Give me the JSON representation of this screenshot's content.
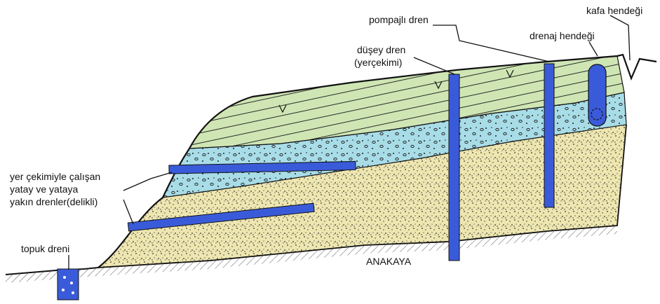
{
  "labels": {
    "pumped_drain": "pompajlı dren",
    "head_ditch": "kafa hendeği",
    "drainage_ditch": "drenaj hendeği",
    "vertical_drain_1": "düşey dren",
    "vertical_drain_2": "(yerçekimi)",
    "horizontal_1": "yer çekimiyle çalışan",
    "horizontal_2": "yatay ve yataya",
    "horizontal_3": "yakın drenler(delikli)",
    "toe_drain": "topuk dreni",
    "bedrock": "ANAKAYA"
  },
  "colors": {
    "top_layer": "#cfe6b4",
    "aquifer_layer": "#a8dde8",
    "soil_layer": "#eee6b0",
    "drain_blue": "#3a5bd9",
    "outline": "#111111"
  }
}
